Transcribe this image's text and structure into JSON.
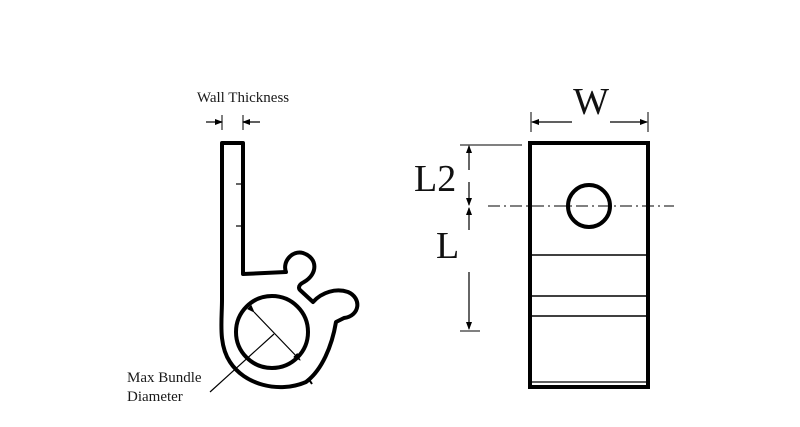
{
  "labels": {
    "wall_thickness": "Wall Thickness",
    "max_bundle_line1": "Max Bundle",
    "max_bundle_line2": "Diameter",
    "width": "W",
    "hole_offset": "L2",
    "length": "L"
  },
  "colors": {
    "stroke": "#000000",
    "line": "#1a1a1a",
    "background": "#ffffff"
  }
}
